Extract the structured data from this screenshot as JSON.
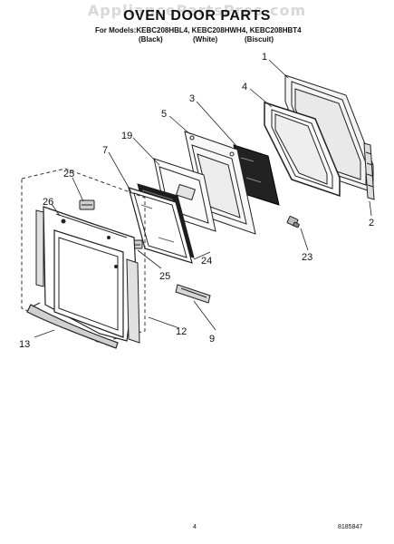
{
  "watermark": "AppliancePartsPros.com",
  "title": "OVEN DOOR PARTS",
  "models_line": "For Models:KEBC208HBL4, KEBC208HWH4, KEBC208HBT4",
  "variants": [
    "(Black)",
    "(White)",
    "(Biscuit)"
  ],
  "callouts": [
    "1",
    "2",
    "3",
    "4",
    "5",
    "7",
    "9",
    "12",
    "13",
    "19",
    "23",
    "24",
    "25",
    "25",
    "26"
  ],
  "page_number": "4",
  "doc_number": "8185847"
}
